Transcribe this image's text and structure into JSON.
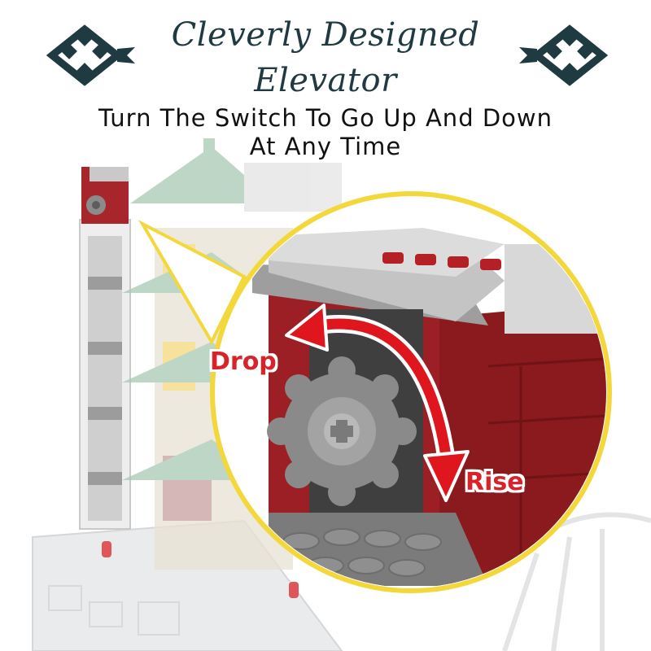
{
  "headline": {
    "line1": "Cleverly Designed",
    "line2": "Elevator"
  },
  "subheadline": {
    "line1": "Turn The Switch To Go Up And Down",
    "line2": "At Any Time"
  },
  "labels": {
    "drop": "Drop",
    "rise": "Rise"
  },
  "colors": {
    "headline": "#1f3a40",
    "ornament": "#1f3a40",
    "arrow": "#e0161f",
    "brick_red": "#9b1f24",
    "roof_green": "#8fb59a",
    "gear_gray": "#8a8a8a"
  },
  "icons": {
    "ornament": "endless-knot-icon",
    "direction": "curved-double-arrow-icon"
  }
}
